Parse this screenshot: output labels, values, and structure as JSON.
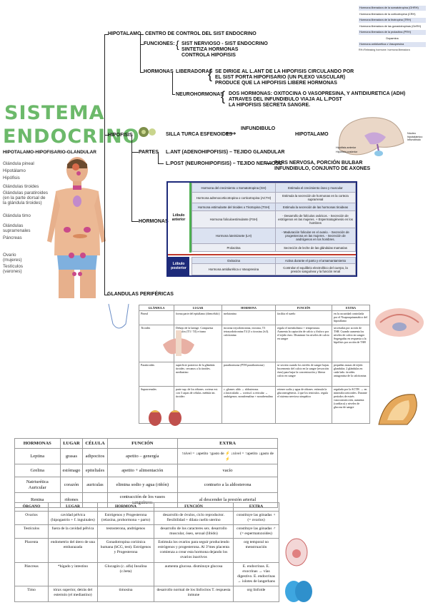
{
  "title": {
    "line1": "SISTEMA",
    "line2": "ENDOCRINO",
    "subtitle": "HIPOTALAMO-HIPOFISARIO-GLANDULAR"
  },
  "body_labels": [
    "Glándula pineal",
    "Hipotálamo",
    "Hipófisis",
    "Glándulas tiroides",
    "Glándulas paratiroides (en la parte dorsal de la glándula tiroides)",
    "Glándula timo",
    "Glándulas suprarrenales",
    "Páncreas",
    "Ovario (mujeres)",
    "Testículos (varones)"
  ],
  "tree": {
    "hipotalamo": "HIPOTALAMO",
    "centro": "CENTRO DE CONTROL DEL SIST ENDOCRINO",
    "funciones": "FUNCIONES:",
    "func_items": [
      "SIST NERVIOSO - SIST ENDOCRINO",
      "SINTETIZA HORMONAS",
      "CONTROLA HIPOFISIS"
    ],
    "hormonas": "HORMONAS",
    "liberadoras": "LIBERADORAS",
    "lib_text": [
      "SE DIRIGE AL L.ANT DE LA HIPOFISIS CIRCULANDO POR",
      "EL SIST PORTA HIPOFISARIO (UN PLEXO VASCULAR)",
      "PRODUCE QUE LA HIPOFISIS LIBERE HORMONAS"
    ],
    "neurohormonas": "NEUROHORMONAS",
    "neuro_text": [
      "DOS HORMONAS: OXITOCINA O VASOPRESINA, Y ANTIDIURETICA (ADH)",
      "ATRAVES DEL INFUNDIBULO VIAJA AL L.POST",
      "LA HIPOFISIS SECRETA SANGRE."
    ],
    "hipofisis": "HIPOFISIS",
    "silla": "SILLA TURCA ESFENOIDES",
    "infundibulo": "INFUNDIBULO",
    "hipotalamo2": "HIPOTALAMO",
    "partes": "PARTES",
    "l_ant": "L.ANT (ADENOHIPOFISIS) – TEJIDO GLANDULAR",
    "l_post": "L.POST (NEUROHIPOFISIS) – TEJIDO NERVIOSO",
    "pars": [
      "PARS NERVOSA, PORCIÓN BULBAR",
      "INFUNDIBULO, CONJUNTO DE AXONES"
    ],
    "hormonas2": "HORMONAS",
    "perifericas": "GLANDULAS PERIFÉRICAS"
  },
  "hormone_list": {
    "items": [
      "Hormona liberadora de la somatotropina (GHRH)",
      "Hormona liberadora de la corticotropina (CRH)",
      "Hormona liberadora de la tirotropina (TRH)",
      "Hormona liberadora de las gonadotropinas (GnRH)",
      "Hormona liberadora de la prolactina (PRH)",
      "Dopamina",
      "Hormona antidiurética o Vasopresina"
    ],
    "footer": "RH=Releasing hormone: hormona liberadora"
  },
  "brain_labels": [
    "Núcleo hipotalámico",
    "Infundíbulo",
    "Hipófisis anterior",
    "Hipófisis posterior"
  ],
  "horm_table": {
    "anterior_label": "Lóbulo anterior",
    "posterior_label": "Lóbulo posterior",
    "anterior": [
      [
        "Hormona del crecimiento o Somatotropina (GH)",
        "Estimula el crecimiento óseo y muscular"
      ],
      [
        "Hormona adrenocorticotropina o corticotropina (ACTH)",
        "Estimula la secreción de hormonas en la corteza suprarrenal"
      ],
      [
        "Hormona estimulante del tiroides o Tirotropina (TSH)",
        "Estimula la secreción de las hormonas tiroideas"
      ],
      [
        "Hormona foliculoestimulante (FSH)",
        "- Desarrollo de folículos ováricos. - Secreción de estrógenos en las mujeres. + Espermatogénesis en los hombres"
      ],
      [
        "Hormona luteinizante (LH)",
        "- Maduración folicular en el ovario. - Secreción de progesterona en las mujeres. - Secreción de andrógenos en los hombres."
      ],
      [
        "Prolactina",
        "Secreción de leche de las glándulas mamarias"
      ]
    ],
    "posterior": [
      [
        "Oxitocina",
        "Activa durante el parto y el amamantamiento"
      ],
      [
        "Hormona antidiurética o Vasopresina",
        "Controlar el equilibrio electrolítico del cuerpo, la presión sanguínea y la función renal"
      ]
    ]
  },
  "glandulas_table": {
    "headers": [
      "GLÁNDULA",
      "LUGAR",
      "HORMONA",
      "FUNCIÓN",
      "EXTRA"
    ],
    "rows": [
      [
        "Pineal",
        "forma parte del epitálamo (diencéfalo)",
        "melatonina",
        "facilita el sueño",
        "en la oscuridad controlada por el Nsupraquiasmático del hipotálamo"
      ],
      [
        "Tiroides",
        "Debajo de la laringe. Compuesta folículos (T3 / T4) e itsmo",
        "tiroxina triyodotironina, tiroxina, T3 tetrayodotironina T4 (3 x tiroxina 2x3). calcitonina",
        "regula el metabolismo + temperatura. Aumenta la captación de calcio y fósforo por el tejido óseo. Disminuir los niveles de calcio en sangre",
        "secretadas por acción de TSH. Cuando aumenta los niveles de calcio en sangre. Segregadas en respuesta a la hipófisis por acción de TSH"
      ],
      [
        "Paratiroides",
        "superficie posterior de la glándula tiroides. cercanos a la tiroides. mediastino",
        "parathormona (PTH parathormona)",
        "se secreta cuando los niveles de sangre bajan. Incremento del calcio en la sangre (resorción ósea) para bajar la concentración y liberar calcio en sangre",
        "pequeñas masas de tejido glandular; 2 glándulas en cada lado. tiroides. antagonista de la calcitonina"
      ],
      [
        "Suprarrenales",
        "parte sup. de los riñones. corteza ext. con 3 capas de celulas. médula int. tiroideo",
        "c. glomer. aldo ↔ aldosterona. z.fasciculada ↔ cortisol. z.reticular ↔ andrógenos. noradrenalina + noradrenalina",
        "retener sodio y agua de riñones. estimula la gluconeogénesis. 2 que los testículos. regula el sistema nervioso simpático",
        "regulada por la ACTH. ↔ en mineralocorticoides. Durante períodos de estrés vasoconstricción, aumenta (cardíaca) y niveles de glucosa de sangre"
      ]
    ]
  },
  "hormonas_table": {
    "headers": [
      "HORMONAS",
      "LUGAR",
      "CÉLULA",
      "FUNCIÓN",
      "EXTRA"
    ],
    "rows": [
      [
        "Leptina",
        "grasas",
        "adipocitos",
        "apetito – genergía",
        "↑nivel = ↓apetito ↑gasto de ⚡ ↓nivel = ↑apetito ↓gasto de ⚡"
      ],
      [
        "Grelina",
        "estómago",
        "epiteliales",
        "apetito + alimentación",
        "vacío"
      ],
      [
        "Natriurética Auricular",
        "corazón",
        "auriculas",
        "elimina sodio y agua (riñón)",
        "contrario a la aldosterona"
      ],
      [
        "Renina",
        "riñones",
        "",
        "contracción de los vasos sanguíneos",
        "al descender la presión arterial"
      ]
    ]
  },
  "organo_table": {
    "headers": [
      "ÓRGANO",
      "LUGAR",
      "HORMONA",
      "FUNCIÓN",
      "EXTRA"
    ],
    "rows": [
      [
        "Ovarios",
        "cavidad pélvica (hipogastrio + f. inguinales)",
        "Estrógenos y Progesterona (relaxina, prohormona + parto)",
        "desarrollo de óvulos, ciclo reproductor. flexibilidad + dilata cuello uterino",
        "constituye las gónadas ♀ (= ovarios)"
      ],
      [
        "Testículos",
        "fuera de la cavidad pélvica",
        "testosterona, andrógenos",
        "desarrollo de los caracteres sex. desarrollo muscular, óseo, sexual (libido)",
        "constituye las gónadas ♂ (= espermatozoides)"
      ],
      [
        "Placenta",
        "endometrio del útero de una embarazada",
        "Gonadotropina coriónica humana (hCG, test). Estrógenos y Progesterona",
        "Estimula los ovarios para seguir produciendo estrógenos y progesterona. Al 3ºmes placenta comienza a crear esta hormona dejando los ovarios inactivos",
        "org temporal no menstruación"
      ],
      [
        "Páncreas",
        "*hígado y intestino",
        "Glucagón (c. alfa) Insulina (c.beta)",
        "aumenta glucosa. disminuye glucosa",
        "E. endocrinas. E. exocrinas → vías digestivo. E. endocrinas → islotes de langerhans"
      ],
      [
        "Timo",
        "tórax superior, detrás del esternón (el mediastino)",
        "timosina",
        "desarrollo normal de los linfocitos T. respuesta inmune",
        "org linfoide"
      ]
    ]
  }
}
